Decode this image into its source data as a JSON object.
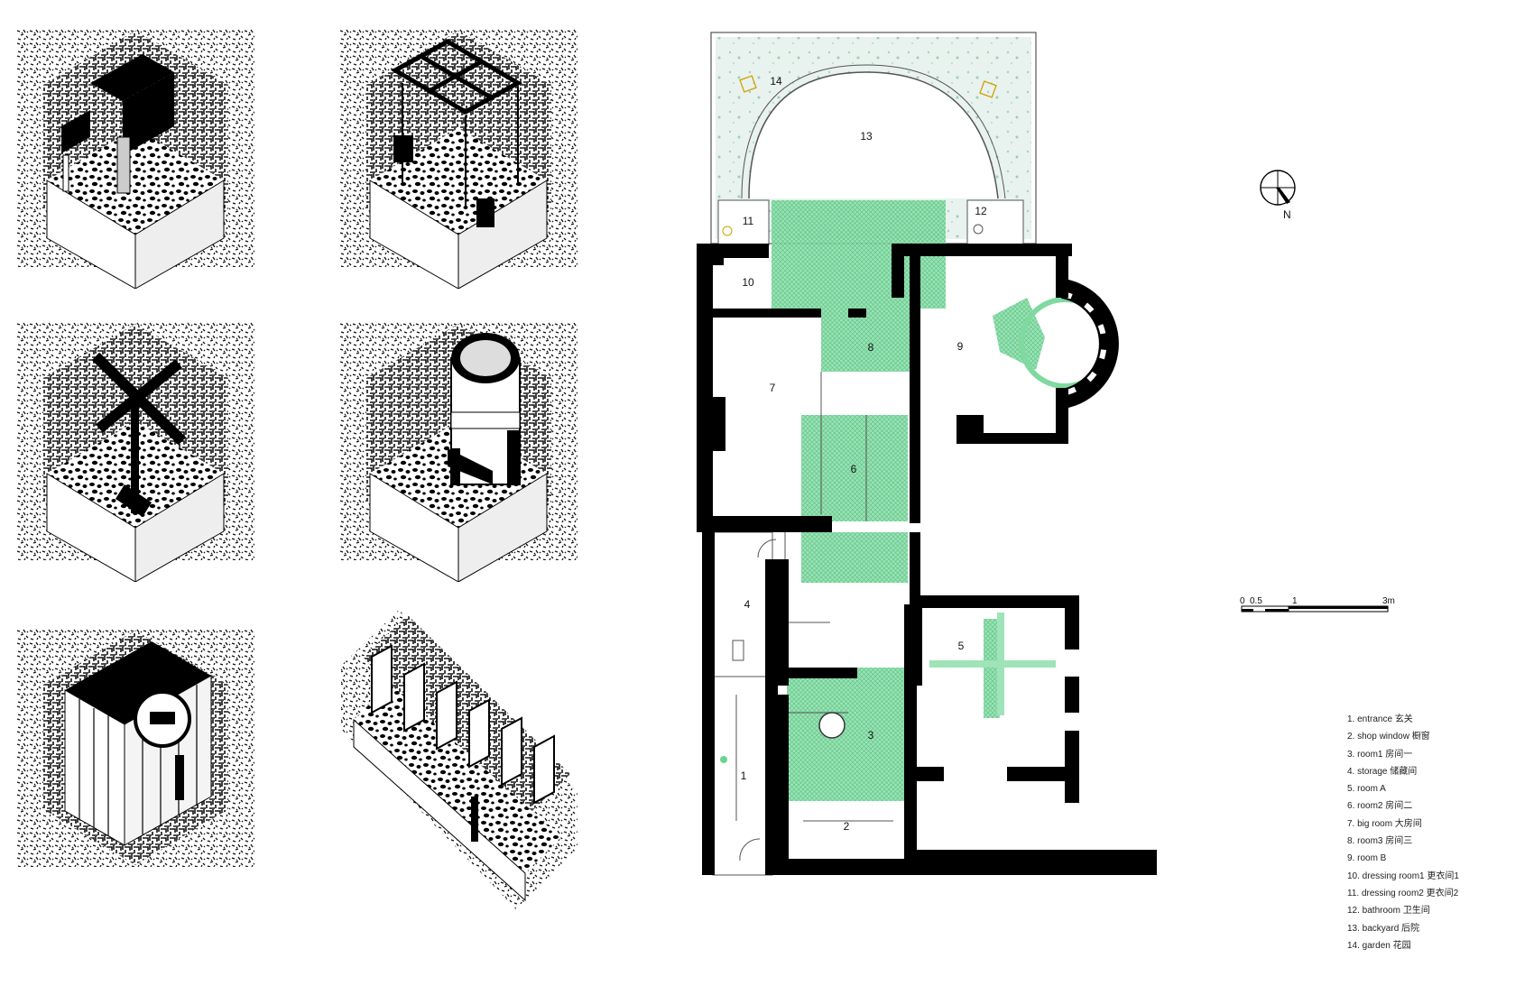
{
  "compass": {
    "label": "N"
  },
  "scale_bar": {
    "ticks": [
      "0",
      "0.5",
      "1",
      "3m"
    ]
  },
  "rooms": [
    {
      "number": "1"
    },
    {
      "number": "2"
    },
    {
      "number": "3"
    },
    {
      "number": "4"
    },
    {
      "number": "5"
    },
    {
      "number": "6"
    },
    {
      "number": "7"
    },
    {
      "number": "8"
    },
    {
      "number": "9"
    },
    {
      "number": "10"
    },
    {
      "number": "11"
    },
    {
      "number": "12"
    },
    {
      "number": "13"
    },
    {
      "number": "14"
    }
  ],
  "legend": [
    "1. entrance 玄关",
    "2. shop window 橱窗",
    "3. room1 房间一",
    "4. storage 储藏间",
    "5. room A",
    "6. room2 房间二",
    "7. big room 大房间",
    "8. room3 房间三",
    "9. room B",
    "10. dressing room1 更衣间1",
    "11. dressing room2 更衣间2",
    "12. bathroom 卫生间",
    "13. backyard 后院",
    "14. garden 花园"
  ],
  "colors": {
    "wall": "#000000",
    "highlight": "#7fd9a0",
    "garden": "#e7f1ec"
  }
}
